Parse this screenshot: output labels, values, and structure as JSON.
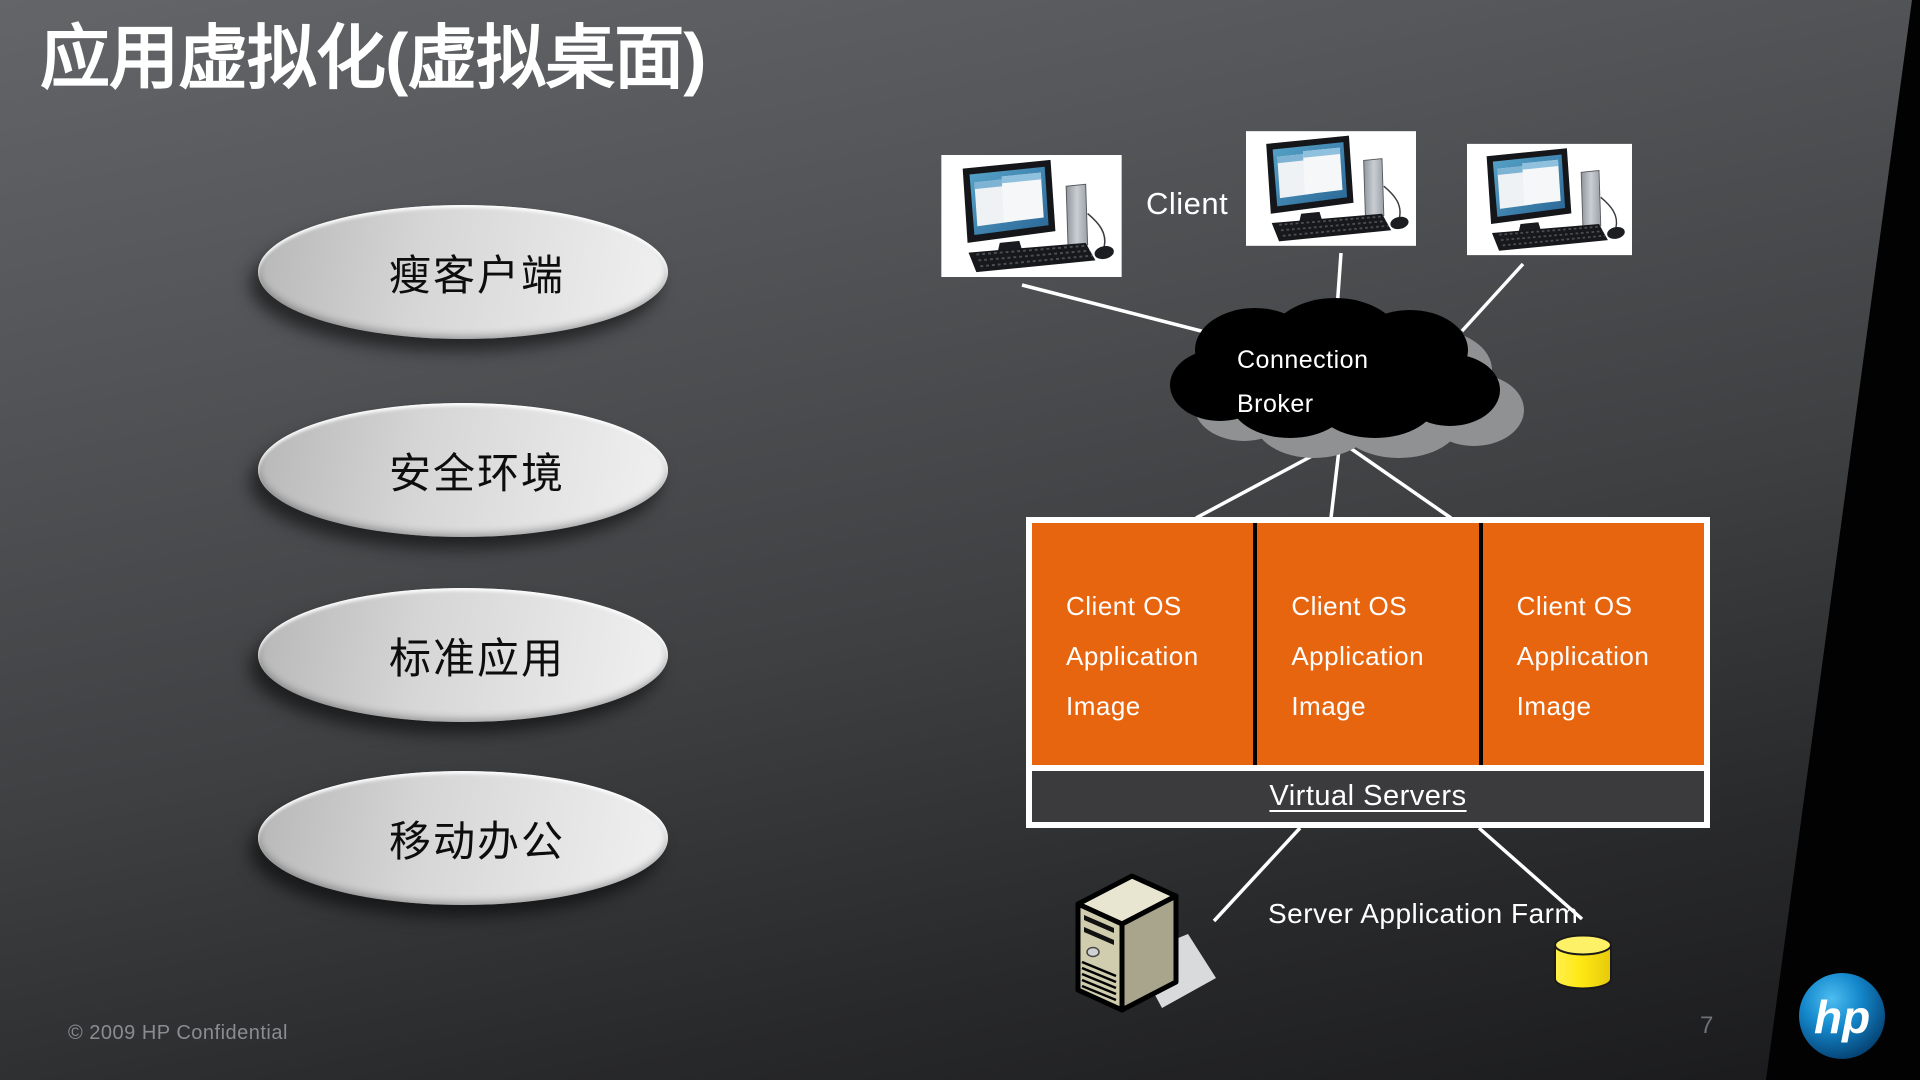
{
  "slide": {
    "title": "应用虚拟化(虚拟桌面)"
  },
  "features": [
    {
      "label": "瘦客户端"
    },
    {
      "label": "安全环境"
    },
    {
      "label": "标准应用"
    },
    {
      "label": "移动办公"
    }
  ],
  "diagram": {
    "client_label": "Client",
    "cloud": {
      "line1": "Connection",
      "line2": "Broker"
    },
    "image_boxes": [
      {
        "lines": [
          "Client OS",
          "Application",
          "Image"
        ]
      },
      {
        "lines": [
          "Client OS",
          "Application",
          "Image"
        ]
      },
      {
        "lines": [
          "Client OS",
          "Application",
          "Image"
        ]
      }
    ],
    "virtual_servers_label": "Virtual Servers",
    "server_farm_label": "Server Application Farm",
    "icons": {
      "client": "desktop-computer-icon",
      "cloud": "cloud-shape",
      "server": "server-tower-icon",
      "database": "database-cylinder-icon"
    }
  },
  "footer": {
    "copyright": "© 2009 HP Confidential",
    "page": "7"
  },
  "logo": {
    "text": "hp"
  },
  "colors": {
    "orange": "#E8650F",
    "bar_gray": "#3B3B3D",
    "cloud_black": "#000000",
    "cloud_shadow_gray": "#8F9193",
    "db_yellow": "#FFE818",
    "hp_blue": "#0A77B6",
    "background_top": "#636568",
    "background_bottom": "#1A1A1C"
  }
}
